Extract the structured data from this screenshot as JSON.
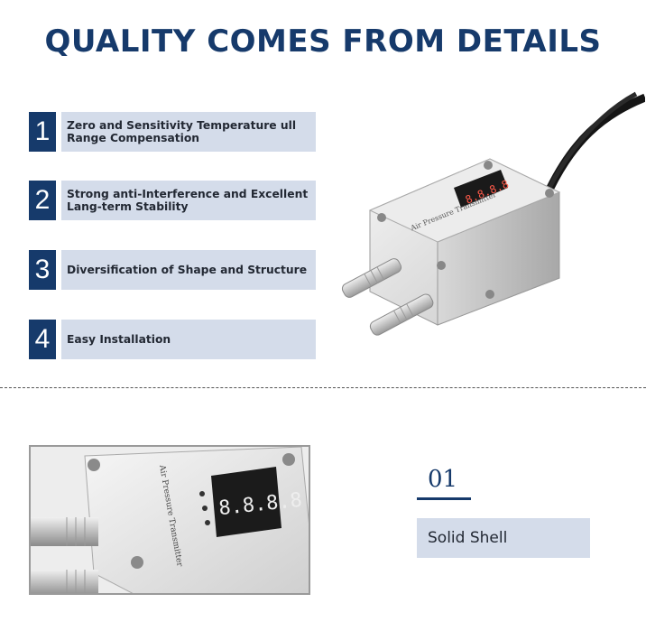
{
  "header": {
    "title": "QUALITY COMES FROM DETAILS"
  },
  "features": [
    {
      "number": "1",
      "text": "Zero and Sensitivity Temperature ull Range Compensation"
    },
    {
      "number": "2",
      "text": "Strong anti-Interference and Excellent Lang-term Stability"
    },
    {
      "number": "3",
      "text": "Diversification of Shape and Structure"
    },
    {
      "number": "4",
      "text": "Easy Installation"
    }
  ],
  "product": {
    "display_digits": "8.8.8.8",
    "label_title": "Air Pressure Transmitter"
  },
  "detail_section": {
    "number": "01",
    "label": "Solid Shell"
  },
  "colors": {
    "navy": "#163a6b",
    "light_box": "#d4dcea",
    "dark_text": "#222833"
  }
}
